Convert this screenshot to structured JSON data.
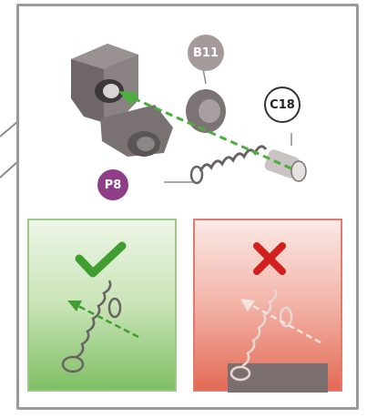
{
  "labels": {
    "part_b11": "B11",
    "part_c18": "C18",
    "part_p8": "P8"
  },
  "colors": {
    "b11_badge": "#a59a9a",
    "p8_badge": "#8e3d86",
    "c18_badge": "#ffffff",
    "arrow_green": "#4caf3d",
    "check_green": "#3f9e2f",
    "cross_red": "#d2201e",
    "part_gray": "#7f7878"
  },
  "icons": {
    "good": "checkmark-icon",
    "bad": "cross-icon"
  }
}
